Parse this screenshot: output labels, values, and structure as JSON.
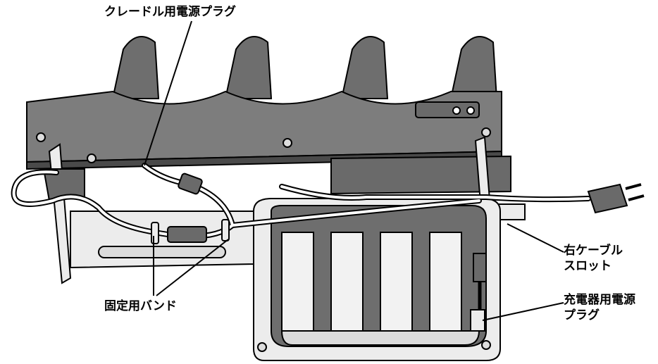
{
  "callouts": {
    "cradle_power_plug": "クレードル用電源プラグ",
    "right_cable_slot_line1": "右ケーブル",
    "right_cable_slot_line2": "スロット",
    "fixing_band": "固定用バンド",
    "charger_power_plug_line1": "充電器用電源",
    "charger_power_plug_line2": "プラグ"
  },
  "colors": {
    "housing": "#7d7d7d",
    "housing_dark": "#4a4a4a",
    "panel_light": "#ececec",
    "stroke": "#000000",
    "background": "#ffffff"
  }
}
